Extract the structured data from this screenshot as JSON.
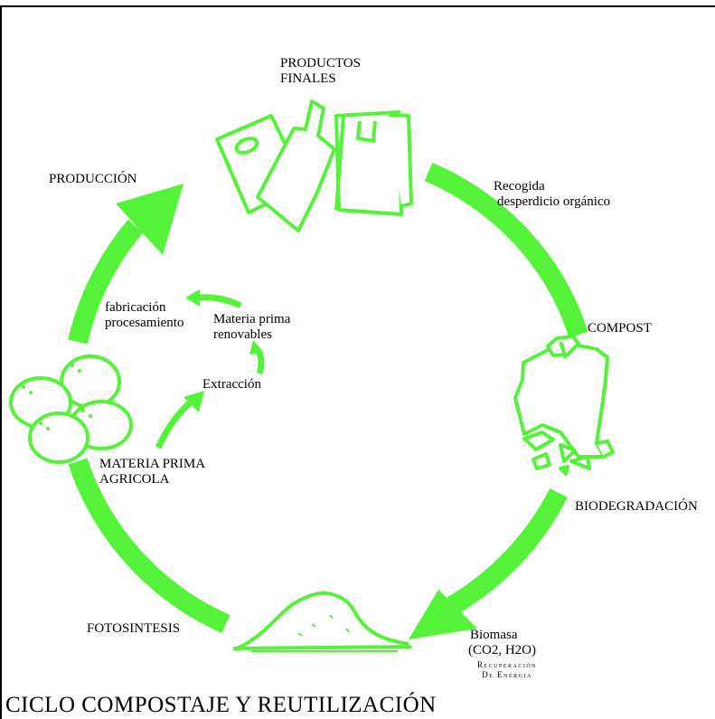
{
  "colors": {
    "accent": "#55f23a",
    "frame": "#000000",
    "text": "#000000"
  },
  "labels": {
    "productos_finales": [
      "PRODUCTOS",
      "FINALES"
    ],
    "recogida": [
      "Recogida",
      "desperdicio orgánico"
    ],
    "compost": "COMPOST",
    "biodegradacion": "BIODEGRADACIÓN",
    "biomasa": [
      "Biomasa",
      "(CO2, H2O)"
    ],
    "recuperacion": [
      "Recuperación",
      "De Energia"
    ],
    "fotosintesis": "FOTOSINTESIS",
    "materia_prima_agricola": [
      "MATERIA PRIMA",
      "AGRICOLA"
    ],
    "extraccion": "Extracción",
    "materia_prima_renovables": [
      "Materia prima",
      "renovables"
    ],
    "fabricacion": [
      "fabricación",
      "procesamiento"
    ],
    "produccion": "PRODUCCIÓN"
  },
  "title": "CICLO COMPOSTAJE Y REUTILIZACIÓN",
  "icons": [
    "bags-icon",
    "compost-bag-icon",
    "biomass-pile-icon",
    "fruits-icon"
  ]
}
